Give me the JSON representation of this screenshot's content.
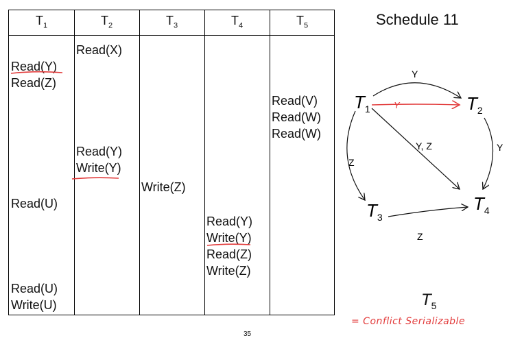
{
  "table": {
    "headers": [
      {
        "base": "T",
        "sub": "1"
      },
      {
        "base": "T",
        "sub": "2"
      },
      {
        "base": "T",
        "sub": "3"
      },
      {
        "base": "T",
        "sub": "4"
      },
      {
        "base": "T",
        "sub": "5"
      }
    ],
    "ops": {
      "t1": [
        "Read(Y)",
        "Read(Z)",
        "Read(U)",
        "Read(U)",
        "Write(U)"
      ],
      "t2": [
        "Read(X)",
        "Read(Y)",
        "Write(Y)"
      ],
      "t3": [
        "Write(Z)"
      ],
      "t4": [
        "Read(Y)",
        "Write(Y)",
        "Read(Z)",
        "Write(Z)"
      ],
      "t5": [
        "Read(V)",
        "Read(W)",
        "Read(W)"
      ]
    }
  },
  "graph": {
    "title": "Schedule 11",
    "nodes": [
      {
        "id": "T1",
        "base": "T",
        "sub": "1"
      },
      {
        "id": "T2",
        "base": "T",
        "sub": "2"
      },
      {
        "id": "T3",
        "base": "T",
        "sub": "3"
      },
      {
        "id": "T4",
        "base": "T",
        "sub": "4"
      },
      {
        "id": "T5",
        "base": "T",
        "sub": "5"
      }
    ],
    "edges": [
      {
        "from": "T1",
        "to": "T2",
        "label": "Y"
      },
      {
        "from": "T1",
        "to": "T4",
        "label": "Y, Z"
      },
      {
        "from": "T1",
        "to": "T3",
        "label": "Z"
      },
      {
        "from": "T2",
        "to": "T4",
        "label": "Y"
      },
      {
        "from": "T3",
        "to": "T4",
        "label": "Z"
      }
    ],
    "annotation_edge_label": "Y"
  },
  "colors": {
    "annotation": "#e23a3a",
    "ink": "#111111"
  },
  "note": "= Conflict Serializable",
  "page_number": "35"
}
